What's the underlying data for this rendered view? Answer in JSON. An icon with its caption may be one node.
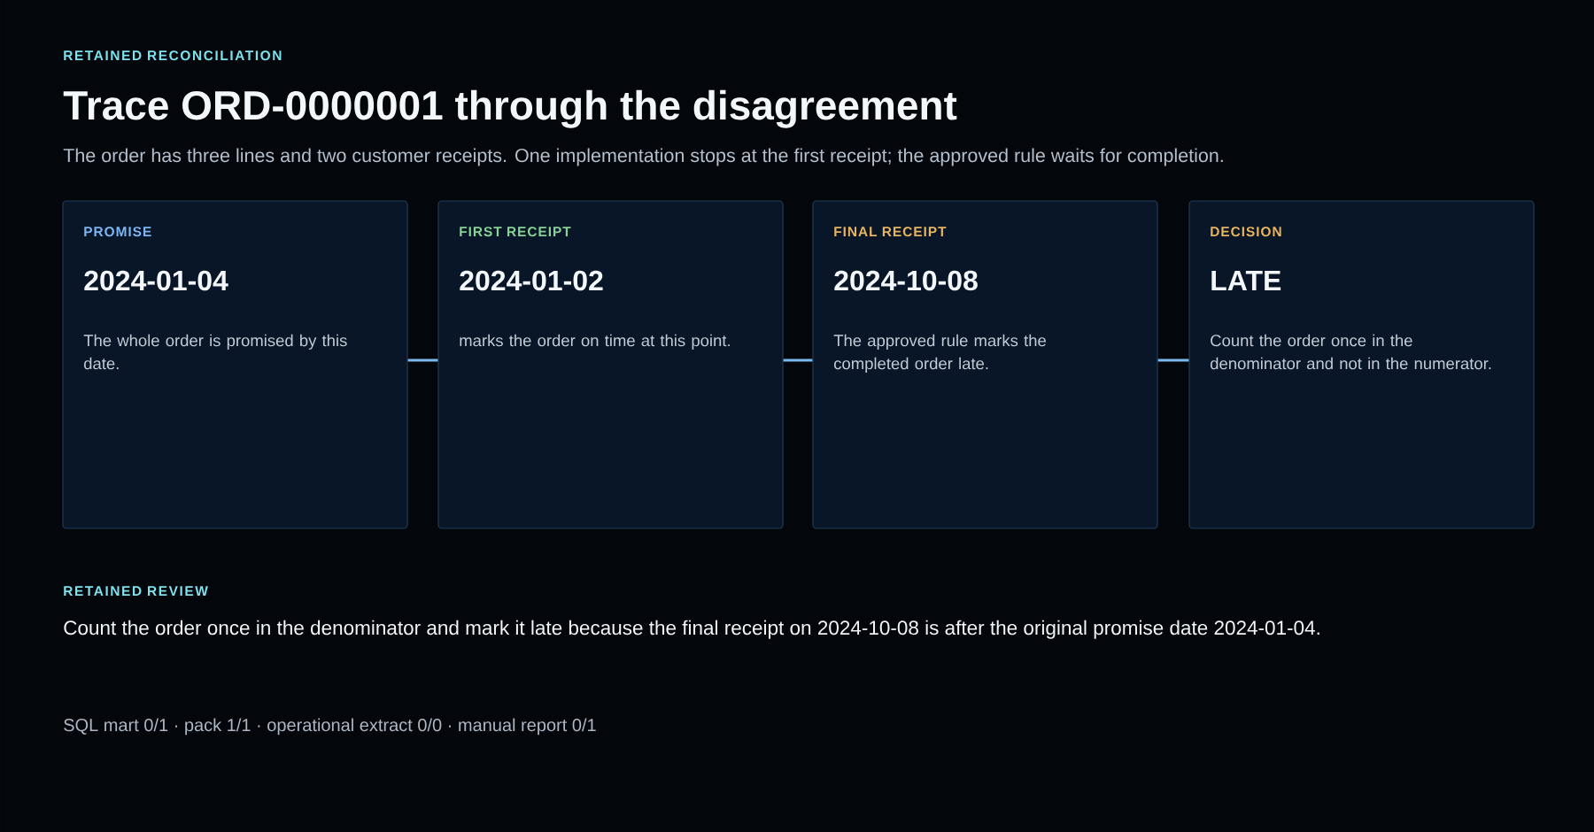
{
  "diagram": {
    "title": "Trace ORD-0000001 through the disagreement",
    "nodes": [
      {
        "text": [
          "PROMISE",
          "2024-01-04",
          "The whole order is promised by this date."
        ]
      },
      {
        "text": [
          "FIRST RECEIPT",
          "2024-01-02",
          "marks the order on time at this point."
        ]
      },
      {
        "text": [
          "FINAL RECEIPT",
          "2024-10-08",
          "The approved rule marks the completed order late."
        ]
      },
      {
        "text": [
          "DECISION",
          "LATE",
          "Count the order once in the denominator and not in the numerator."
        ]
      }
    ],
    "edges": [
      {
        "from": 0,
        "to": 1,
        "arrow": "none"
      },
      {
        "from": 1,
        "to": 2,
        "arrow": "none"
      },
      {
        "from": 2,
        "to": 3,
        "arrow": "none"
      }
    ],
    "labels": [
      "RETAINED RECONCILIATION",
      "The order has three lines and two customer receipts. One implementation stops at the first receipt; the approved rule waits for completion.",
      "RETAINED REVIEW",
      "Count the order once in the denominator and mark it late because the final receipt on 2024-10-08 is after the original promise date 2024-01-04.",
      "SQL mart 0/1 · pack 1/1 · operational extract 0/0 · manual report 0/1"
    ]
  }
}
